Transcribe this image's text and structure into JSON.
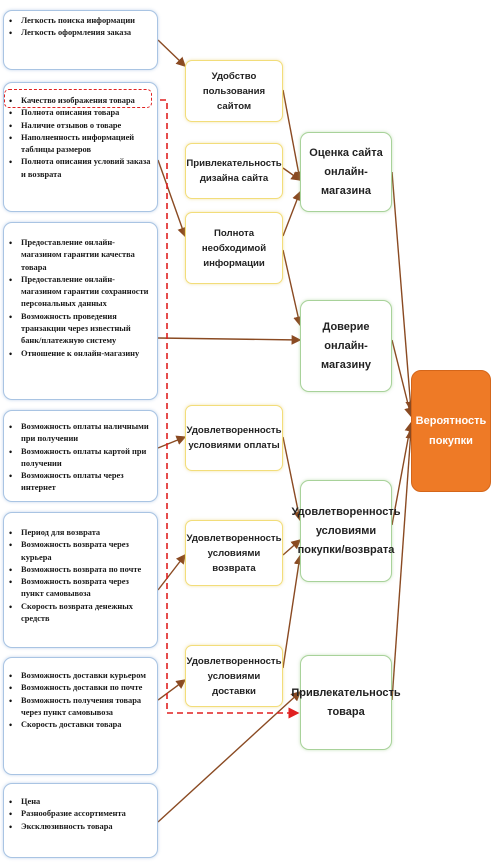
{
  "factor_groups": [
    {
      "items": [
        "Легкость поиска информации",
        "Легкость оформления заказа"
      ]
    },
    {
      "items": [
        "Качество изображения товара",
        "Полнота описания товара",
        "Наличие отзывов о товаре",
        "Наполненность информацией таблицы размеров",
        "Полнота описания условий заказа и возврата"
      ]
    },
    {
      "items": [
        "Предоставление онлайн-магазином гарантии качества товара",
        "Предоставление онлайн-магазином гарантии сохранности персональных данных",
        "Возможность проведения транзакции через известный банк/платежную систему",
        "Отношение к онлайн-магазину"
      ]
    },
    {
      "items": [
        "Возможность оплаты наличными при получении",
        "Возможность оплаты картой при получении",
        "Возможность оплаты через интернет"
      ]
    },
    {
      "items": [
        "Период для возврата",
        "Возможность возврата через курьера",
        "Возможность возврата по почте",
        "Возможность возврата через пункт самовывоза",
        "Скорость возврата денежных средств"
      ]
    },
    {
      "items": [
        "Возможность доставки курьером",
        "Возможность доставки по почте",
        "Возможность получения товара через пункт самовывоза",
        "Скорость доставки товара"
      ]
    },
    {
      "items": [
        "Цена",
        "Разнообразие ассортимента",
        "Эксклюзивность товара"
      ]
    }
  ],
  "mid_nodes": [
    "Удобство пользования сайтом",
    "Привлекательность дизайна сайта",
    "Полнота необходимой информации",
    "Удовлетворенность условиями оплаты",
    "Удовлетворенность условиями возврата",
    "Удовлетворенность условиями доставки"
  ],
  "right_nodes": [
    "Оценка сайта онлайн-магазина",
    "Доверие онлайн-магазину",
    "Удовлетворенность условиями покупки/возврата",
    "Привлекательность товара"
  ],
  "outcome": "Вероятность покупки",
  "colors": {
    "connector": "#8a4a22",
    "dashed_highlight": "#e02020",
    "outcome_fill": "#ee7a26",
    "left_border": "#a9c4e3",
    "mid_border": "#f2dd7a",
    "right_border": "#a8d29a"
  }
}
